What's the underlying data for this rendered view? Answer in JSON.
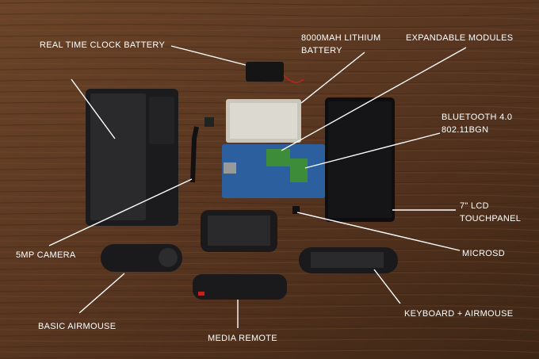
{
  "labels": {
    "rtc_battery": "REAL TIME CLOCK BATTERY",
    "lithium_1": "8000MAH LITHIUM",
    "lithium_2": "BATTERY",
    "modules": "EXPANDABLE MODULES",
    "bluetooth_1": "BLUETOOTH 4.0",
    "bluetooth_2": "802.11BGN",
    "lcd_1": "7\" LCD",
    "lcd_2": "TOUCHPANEL",
    "camera": "5MP CAMERA",
    "microsd": "MICROSD",
    "basic_airmouse": "BASIC AIRMOUSE",
    "media_remote": "MEDIA REMOTE",
    "keyboard_airmouse": "KEYBOARD + AIRMOUSE"
  },
  "colors": {
    "wood": "#5a3720",
    "device": "#1c1c1e",
    "pcb": "#2b5f9e",
    "label": "#ffffff"
  }
}
